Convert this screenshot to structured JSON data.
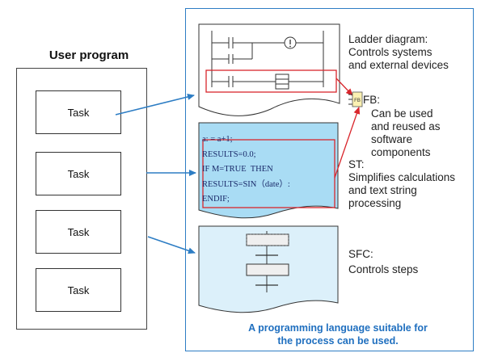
{
  "user_program": {
    "title": "User program",
    "tasks": [
      "Task",
      "Task",
      "Task",
      "Task"
    ]
  },
  "languages": {
    "ladder": {
      "label": "Ladder diagram:",
      "desc_lines": [
        "Controls systems",
        "and external devices"
      ]
    },
    "fb": {
      "label": "FB:",
      "desc_lines": [
        "Can be used",
        "and reused as",
        "software",
        "components"
      ],
      "icon_text": "FB"
    },
    "st": {
      "label": "ST:",
      "desc_lines": [
        "Simplifies calculations",
        "and text string",
        "processing"
      ],
      "code_lines": [
        "a: = a+1;",
        "RESULTS=0.0;",
        "IF M=TRUE  THEN",
        "RESULTS=SIN（date）:",
        "ENDIF;"
      ]
    },
    "sfc": {
      "label": "SFC:",
      "desc_lines": [
        "Controls steps"
      ]
    }
  },
  "footer_lines": [
    "A programming language suitable for",
    "the process can be used."
  ],
  "colors": {
    "arrow": "#2d7dc4",
    "highlight": "#d9262c",
    "code_bg": "#a9dcf4",
    "sfc_bg": "#dcf0fa",
    "fb_bg": "#fbf1b2"
  }
}
